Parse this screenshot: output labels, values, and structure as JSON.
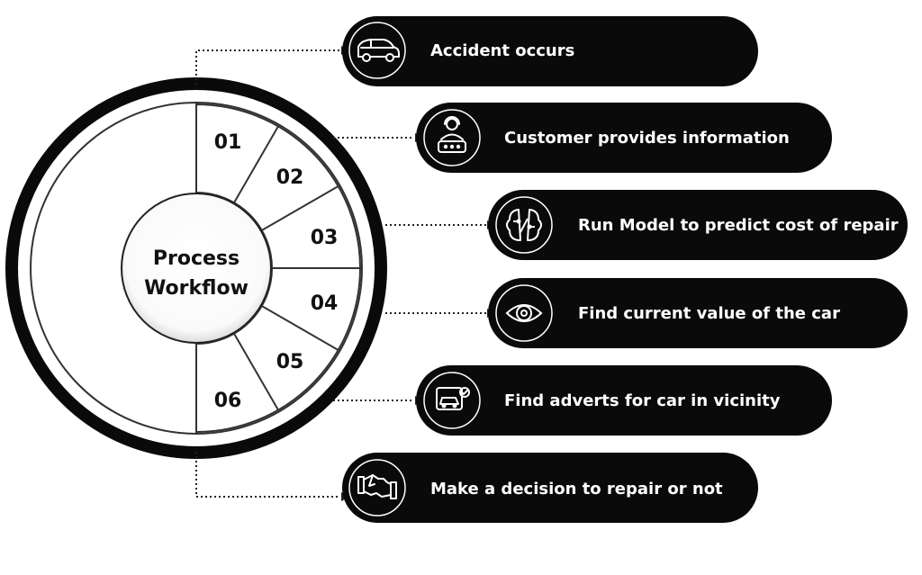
{
  "center": {
    "line1": "Process",
    "line2": "Workflow"
  },
  "steps": [
    {
      "number": "01",
      "label": "Accident occurs",
      "icon": "car-icon"
    },
    {
      "number": "02",
      "label": "Customer provides information",
      "icon": "customer-support-icon"
    },
    {
      "number": "03",
      "label": "Run Model to predict cost of repair",
      "icon": "brain-network-icon"
    },
    {
      "number": "04",
      "label": "Find current value of the car",
      "icon": "eye-icon"
    },
    {
      "number": "05",
      "label": "Find adverts for car in vicinity",
      "icon": "car-listing-icon"
    },
    {
      "number": "06",
      "label": "Make a decision to repair or not",
      "icon": "handshake-icon"
    }
  ],
  "colors": {
    "pill": "#0a0a0a",
    "ring": "#0a0a0a",
    "background": "#ffffff",
    "pill_text": "#ffffff"
  }
}
